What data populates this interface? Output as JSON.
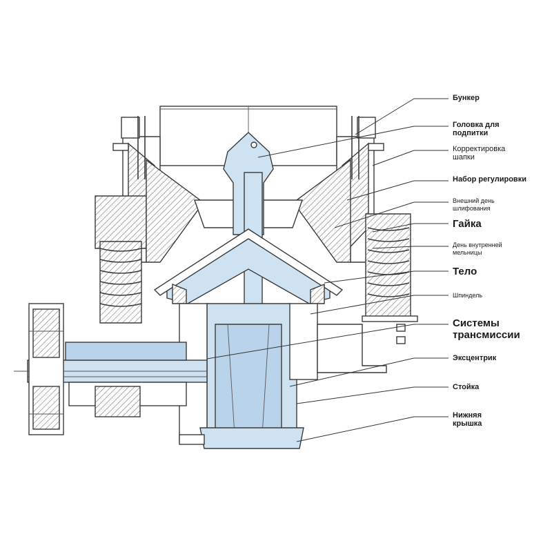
{
  "labels": {
    "hopper": "Бункер",
    "feed_head": "Головка для подпитки",
    "cap_adjust": "Корректировка шапки",
    "adjust_set": "Набор регулировки",
    "outer_liner": "Внешний день шлифования",
    "nut": "Гайка",
    "inner_liner": "День внутренней мельницы",
    "body": "Тело",
    "spindle": "Шпиндель",
    "transmission": "Системы трансмиссии",
    "eccentric": "Эксцентрик",
    "rack": "Стойка",
    "bottom_cover": "Нижняя крышка"
  },
  "colors": {
    "accent": "#cfe2f1",
    "line": "#3a3a3a"
  }
}
